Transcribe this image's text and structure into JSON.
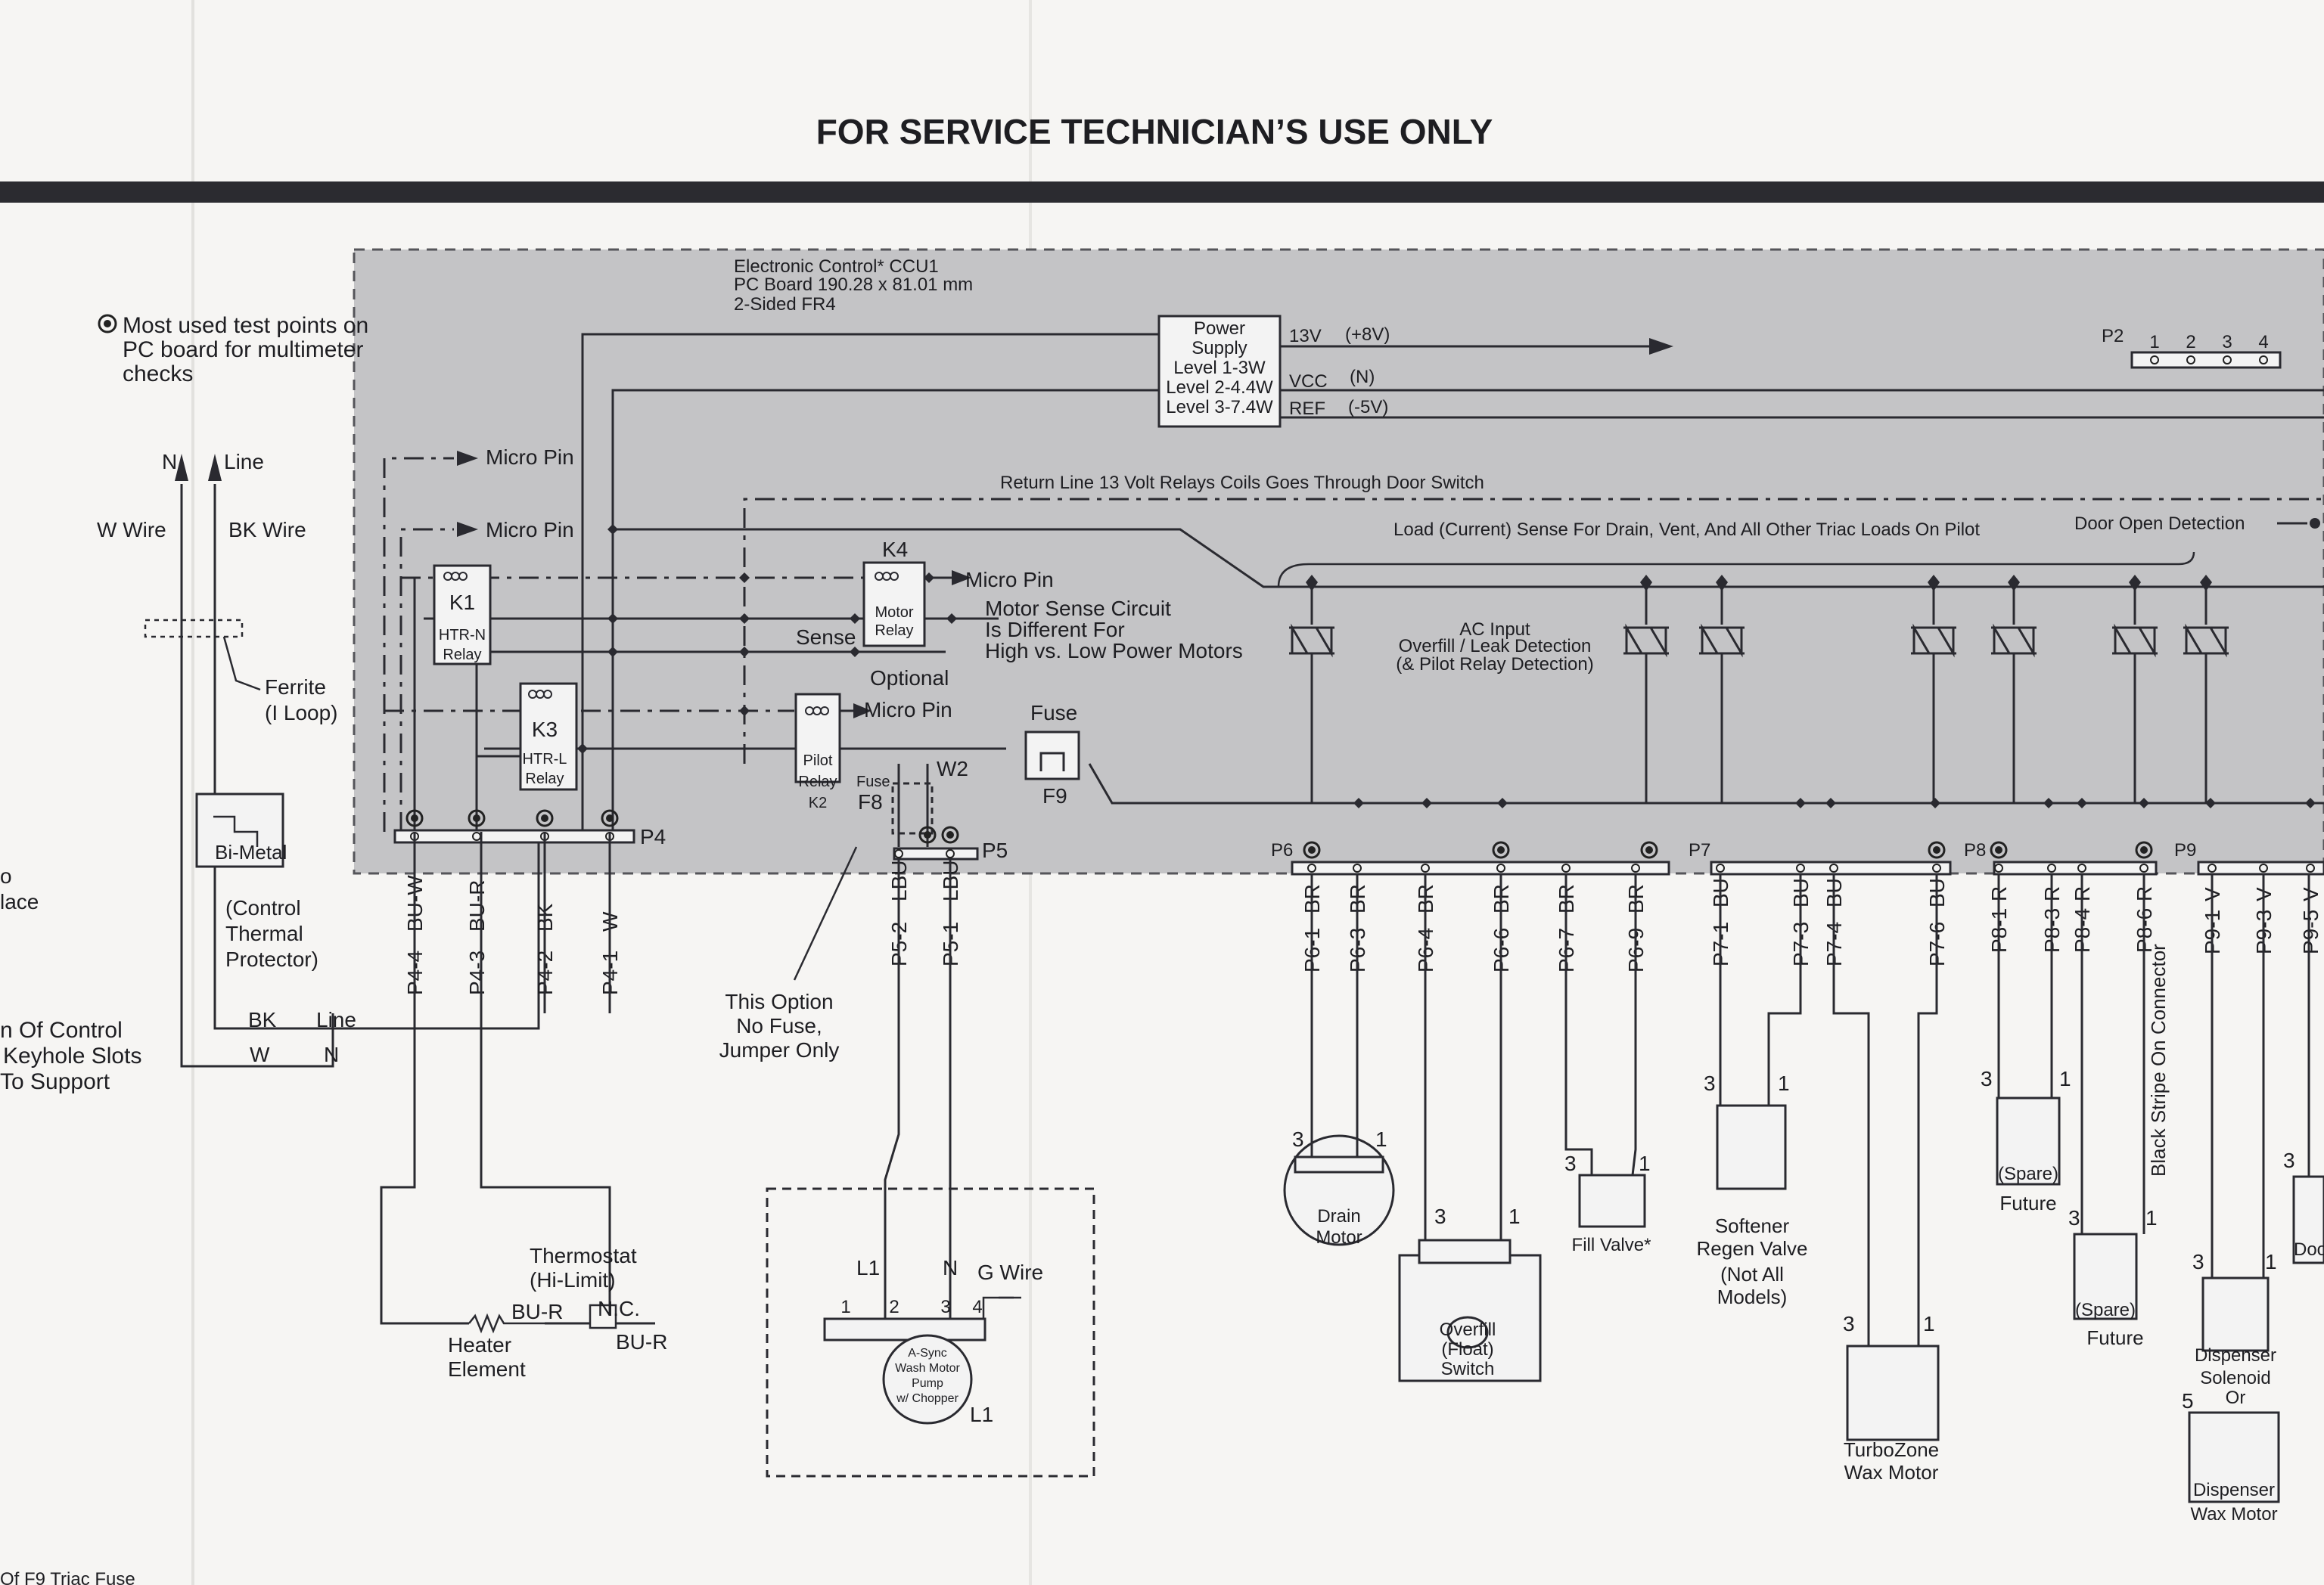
{
  "title": "FOR SERVICE TECHNICIAN’S USE ONLY",
  "notes": {
    "test_points": [
      "Most used test points on",
      "PC board for multimeter",
      "checks"
    ],
    "control": [
      "Electronic Control* CCU1",
      "PC Board 190.28 x 81.01 mm",
      "2-Sided FR4"
    ],
    "power_supply": [
      "Power",
      "Supply",
      "Level 1-3W",
      "Level 2-4.4W",
      "Level 3-7.4W"
    ],
    "rails": [
      {
        "name": "13V",
        "value": "(+8V)"
      },
      {
        "name": "VCC",
        "value": "(N)"
      },
      {
        "name": "REF",
        "value": "(-5V)"
      }
    ],
    "return_line": "Return Line 13 Volt Relays Coils Goes Through Door Switch",
    "load_sense": "Load (Current) Sense For Drain, Vent, And All Other Triac Loads On Pilot",
    "door_open": "Door Open Detection",
    "ac_input": [
      "AC Input",
      "Overfill / Leak Detection",
      "(& Pilot Relay Detection)"
    ],
    "motor_sense": [
      "Motor Sense Circuit",
      "Is Different For",
      "High vs. Low Power Motors"
    ],
    "option": [
      "This Option",
      "No Fuse,",
      "Jumper Only"
    ],
    "black_stripe": "Black Stripe On Connector",
    "left_edge": [
      "o",
      "lace",
      "n Of Control",
      "Keyhole Slots",
      "To Support"
    ],
    "bottom_edge": "Of F9 Triac Fuse"
  },
  "labels": {
    "N": "N",
    "Line": "Line",
    "W_Wire": "W Wire",
    "BK_Wire": "BK Wire",
    "ferrite": [
      "Ferrite",
      "(I Loop)"
    ],
    "bimetal": "Bi-Metal",
    "thermal": [
      "(Control",
      "Thermal",
      "Protector)"
    ],
    "micro_pin": "Micro Pin",
    "sense": "Sense",
    "optional": "Optional",
    "fuse": "Fuse",
    "F9": "F9",
    "F8": "F8",
    "W2": "W2",
    "BK": "BK",
    "W": "W",
    "thermostat": [
      "Thermostat",
      "(Hi-Limit)"
    ],
    "BU_R": "BU-R",
    "NC": "N.C.",
    "heater": [
      "Heater",
      "Element"
    ],
    "L1": "L1",
    "G_Wire": "G Wire",
    "pump": [
      "A-Sync",
      "Wash Motor",
      "Pump",
      "w/ Chopper"
    ],
    "pins_1234": [
      "1",
      "2",
      "3",
      "4"
    ]
  },
  "relays": {
    "K1": [
      "K1",
      "HTR-N",
      "Relay"
    ],
    "K3": [
      "K3",
      "HTR-L",
      "Relay"
    ],
    "K4": [
      "K4",
      "Motor",
      "Relay"
    ],
    "K2": [
      "Pilot",
      "Relay",
      "K2"
    ]
  },
  "connectors": {
    "P2": "P2",
    "P4": "P4",
    "P5": "P5",
    "P6": "P6",
    "P7": "P7",
    "P8": "P8",
    "P9": "P9",
    "P2_pins": [
      "1",
      "2",
      "3",
      "4"
    ],
    "P4_pins": [
      {
        "pin": "P4-4",
        "color": "BU-W"
      },
      {
        "pin": "P4-3",
        "color": "BU-R"
      },
      {
        "pin": "P4-2",
        "color": "BK"
      },
      {
        "pin": "P4-1",
        "color": "W"
      }
    ],
    "P5_pins": [
      {
        "pin": "P5-2",
        "color": "LBU"
      },
      {
        "pin": "P5-1",
        "color": "LBU"
      }
    ],
    "P6_pins": [
      {
        "pin": "P6-1",
        "color": "BR"
      },
      {
        "pin": "P6-3",
        "color": "BR"
      },
      {
        "pin": "P6-4",
        "color": "BR"
      },
      {
        "pin": "P6-6",
        "color": "BR"
      },
      {
        "pin": "P6-7",
        "color": "BR"
      },
      {
        "pin": "P6-9",
        "color": "BR"
      }
    ],
    "P7_pins": [
      {
        "pin": "P7-1",
        "color": "BU"
      },
      {
        "pin": "P7-3",
        "color": "BU"
      },
      {
        "pin": "P7-4",
        "color": "BU"
      },
      {
        "pin": "P7-6",
        "color": "BU"
      }
    ],
    "P8_pins": [
      {
        "pin": "P8-1",
        "color": "R"
      },
      {
        "pin": "P8-3",
        "color": "R"
      },
      {
        "pin": "P8-4",
        "color": "R"
      },
      {
        "pin": "P8-6",
        "color": "R"
      }
    ],
    "P9_pins": [
      {
        "pin": "P9-1",
        "color": "V"
      },
      {
        "pin": "P9-3",
        "color": "V"
      },
      {
        "pin": "P9-5",
        "color": "V"
      }
    ]
  },
  "loads": {
    "drain": [
      "Drain",
      "Motor"
    ],
    "overfill": [
      "Overfill",
      "(Float)",
      "Switch"
    ],
    "fill": "Fill Valve*",
    "softener": [
      "Softener",
      "Regen Valve",
      "(Not All",
      "Models)"
    ],
    "turbo": [
      "TurboZone",
      "Wax Motor"
    ],
    "spare": "(Spare)",
    "future": "Future",
    "dispenser1": [
      "Dispenser",
      "Solenoid",
      "Or"
    ],
    "dispenser2": [
      "Dispenser",
      "Wax Motor"
    ],
    "door": "Doo",
    "term3": "3",
    "term1": "1",
    "term5": "5"
  }
}
